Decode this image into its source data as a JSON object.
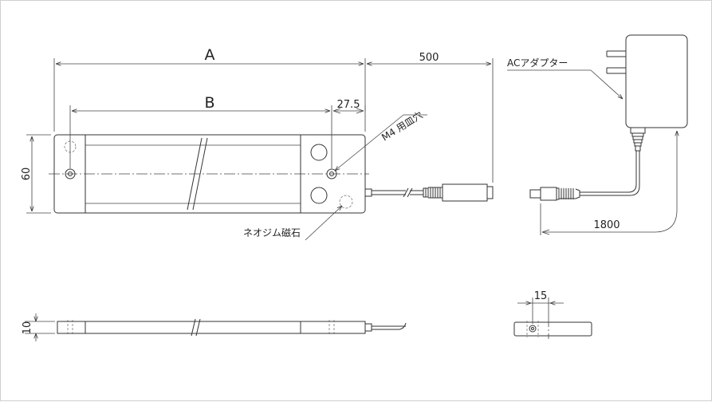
{
  "dimensions": {
    "A": "A",
    "B": "B",
    "cable_length": "500",
    "hole_offset": "27.5",
    "width": "60",
    "adapter_cord": "1800",
    "thickness": "10",
    "side_width": "15"
  },
  "labels": {
    "mount_hole": "M4 用皿穴",
    "magnet": "ネオジム磁石",
    "adapter": "ACアダプター"
  }
}
